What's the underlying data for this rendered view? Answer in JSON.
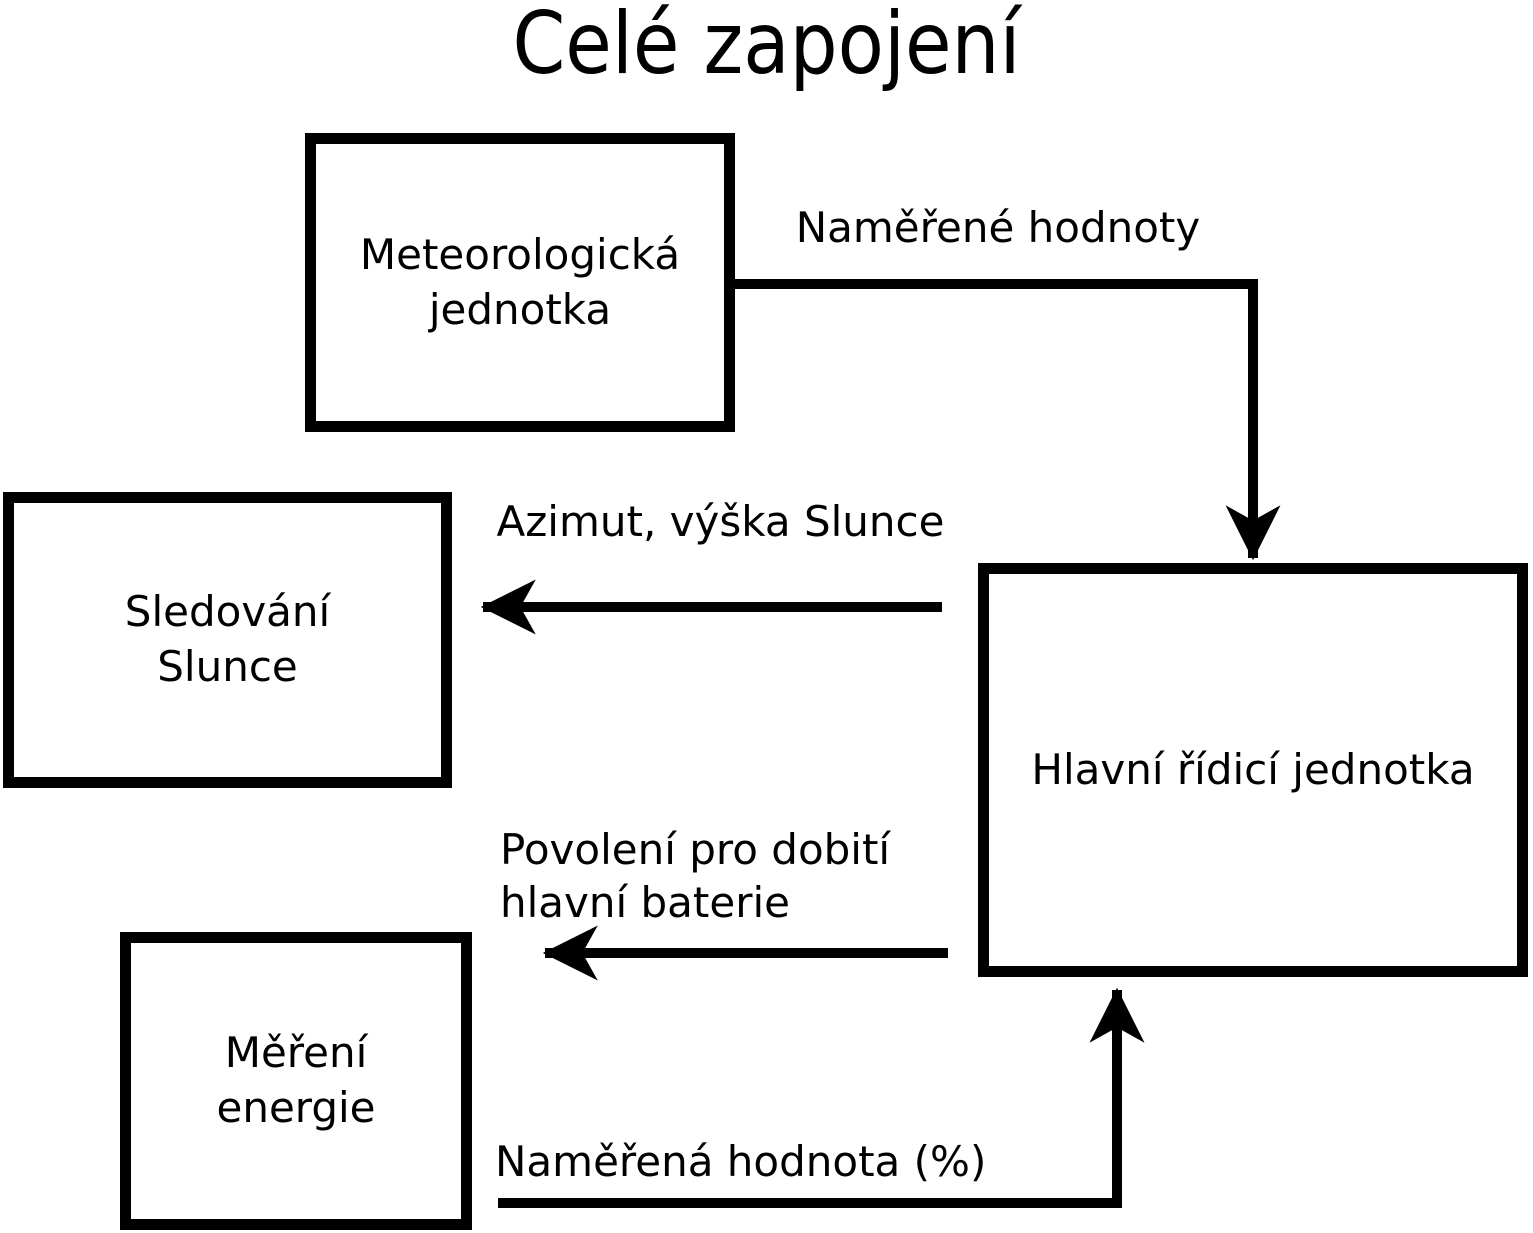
{
  "title": "Celé zapojení",
  "diagram": {
    "colors": {
      "stroke": "#000000",
      "background": "#ffffff"
    },
    "nodes": [
      {
        "id": "meteo",
        "label": "Meteorologická\njednotka"
      },
      {
        "id": "sledovani",
        "label": "Sledování\nSlunce"
      },
      {
        "id": "mereni",
        "label": "Měření\nenergie"
      },
      {
        "id": "hlavni",
        "label": "Hlavní řídicí jednotka"
      }
    ],
    "edges": [
      {
        "from": "meteo",
        "to": "hlavni",
        "label": "Naměřené hodnoty"
      },
      {
        "from": "hlavni",
        "to": "sledovani",
        "label": "Azimut, výška Slunce"
      },
      {
        "from": "hlavni",
        "to": "mereni",
        "label": "Povolení pro dobití\nhlavní baterie"
      },
      {
        "from": "mereni",
        "to": "hlavni",
        "label": "Naměřená hodnota (%)"
      }
    ]
  }
}
